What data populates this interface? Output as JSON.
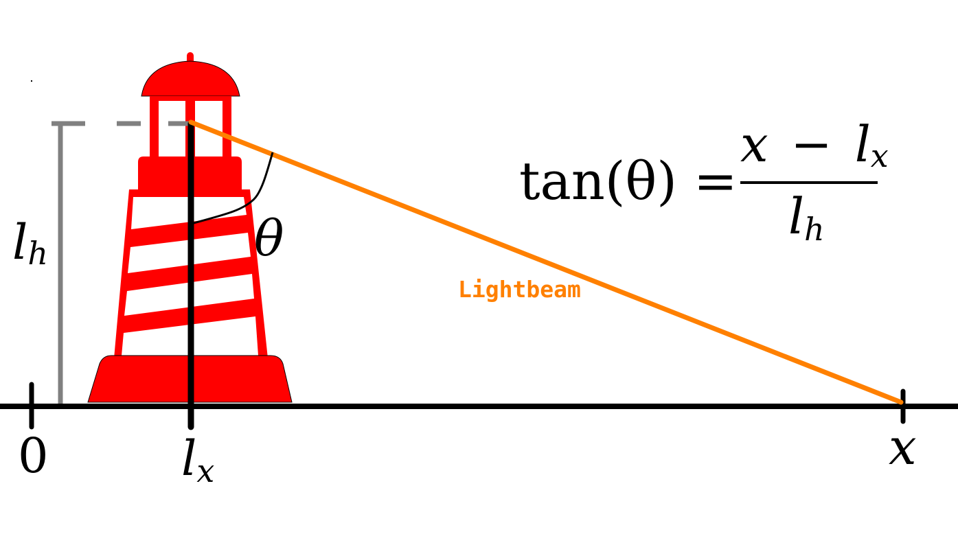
{
  "labels": {
    "origin": "0",
    "lighthouse_position": "l",
    "lighthouse_position_sub": "x",
    "height": "l",
    "height_sub": "h",
    "angle": "θ",
    "target": "x",
    "beam": "Lightbeam"
  },
  "equation": {
    "lhs": "tan(θ) =",
    "numerator_var": "x",
    "numerator_minus": "−",
    "numerator_l": "l",
    "numerator_sub": "x",
    "denominator_l": "l",
    "denominator_sub": "h"
  },
  "colors": {
    "lighthouse": "#ff0000",
    "beam": "#ff8000",
    "axis": "#000000",
    "height_marker": "#808080",
    "background": "#ffffff"
  },
  "icons": {
    "lighthouse": "lighthouse-icon"
  }
}
